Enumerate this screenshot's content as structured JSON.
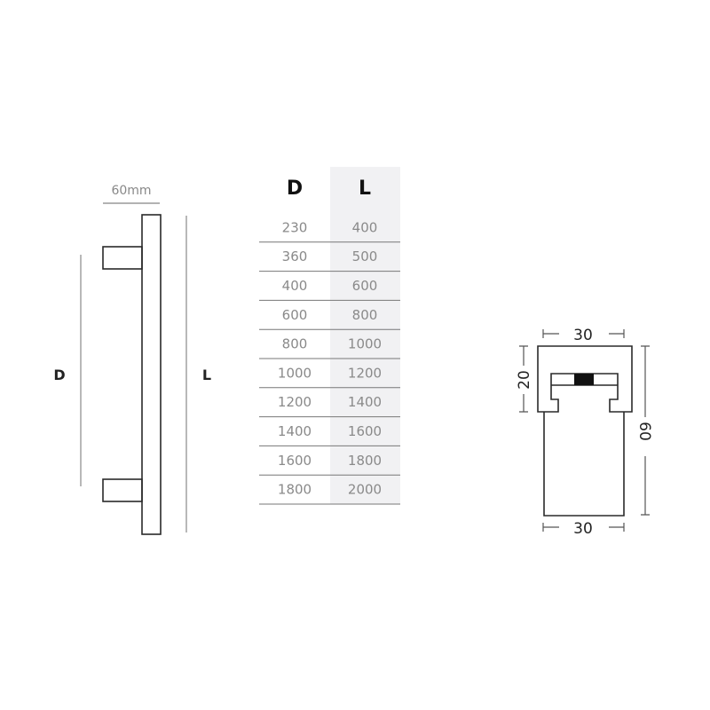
{
  "handle_side_view": {
    "width_label": "60mm",
    "d_label": "D",
    "l_label": "L"
  },
  "size_table": {
    "headers": [
      "D",
      "L"
    ],
    "rows": [
      [
        "230",
        "400"
      ],
      [
        "360",
        "500"
      ],
      [
        "400",
        "600"
      ],
      [
        "600",
        "800"
      ],
      [
        "800",
        "1000"
      ],
      [
        "1000",
        "1200"
      ],
      [
        "1200",
        "1400"
      ],
      [
        "1400",
        "1600"
      ],
      [
        "1600",
        "1800"
      ],
      [
        "1800",
        "2000"
      ]
    ],
    "l_column_shade": "#f1f1f3"
  },
  "profile_section": {
    "top_width": "30",
    "bottom_width": "30",
    "top_height": "20",
    "total_height": "60"
  }
}
